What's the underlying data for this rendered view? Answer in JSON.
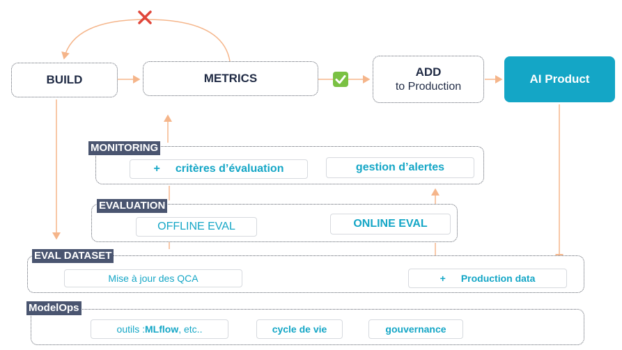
{
  "top": {
    "build": "BUILD",
    "metrics": "METRICS",
    "add_line1": "ADD",
    "add_line2": "to Production",
    "product": "AI Product",
    "reject_icon": "red-cross-icon",
    "approve_icon": "green-check-icon"
  },
  "monitoring": {
    "label": "MONITORING",
    "plus": "+",
    "criteria": "critères d’évaluation",
    "alerts": "gestion d’alertes"
  },
  "evaluation": {
    "label": "EVALUATION",
    "offline": "OFFLINE EVAL",
    "online": "ONLINE EVAL"
  },
  "eval_dataset": {
    "label": "EVAL DATASET",
    "update": "Mise à jour des QCA",
    "plus": "+",
    "production": "Production data"
  },
  "modelops": {
    "label": "ModelOps",
    "tools_prefix": "outils : ",
    "tools_bold": "MLflow",
    "tools_suffix": ", etc..",
    "lifecycle": "cycle de vie",
    "governance": "gouvernance"
  },
  "colors": {
    "arrow": "#f5b58a",
    "accent": "#14a6c6",
    "label_bg": "#4a5570",
    "dark_text": "#1f2a44"
  }
}
